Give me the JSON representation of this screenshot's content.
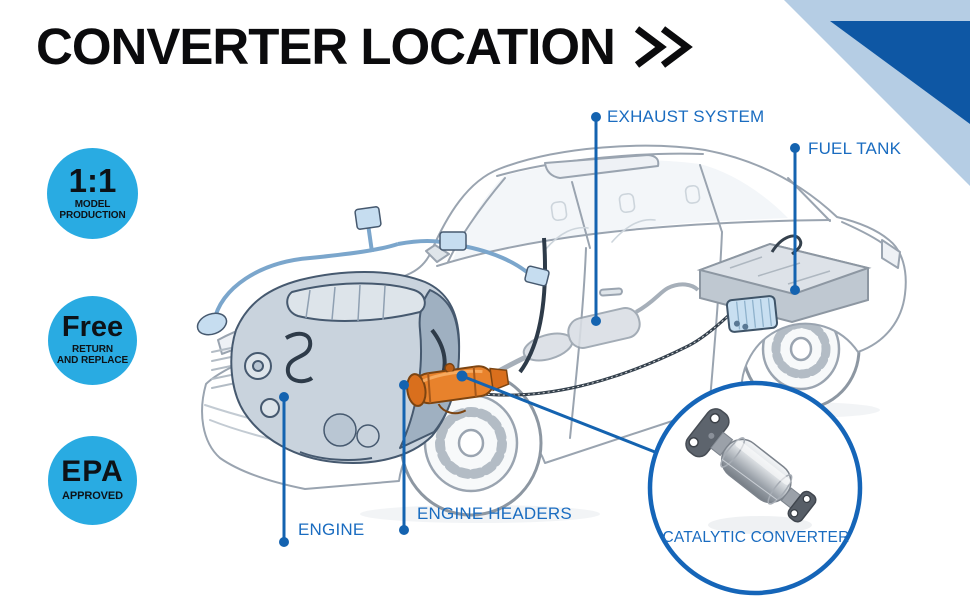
{
  "header": {
    "title": "CONVERTER LOCATION",
    "chevron_icon": "double-chevron-right"
  },
  "badges": [
    {
      "main": "1:1",
      "lines": [
        "MODEL",
        "PRODUCTION"
      ]
    },
    {
      "main": "Free",
      "lines": [
        "RETURN",
        "AND REPLACE"
      ]
    },
    {
      "main": "EPA",
      "lines": [
        "APPROVED"
      ]
    }
  ],
  "labels": {
    "exhaust_system": "EXHAUST SYSTEM",
    "fuel_tank": "FUEL TANK",
    "engine": "ENGINE",
    "engine_headers": "ENGINE HEADERS",
    "catalytic_converter": "CATALYTIC CONVERTER"
  },
  "colors": {
    "badge_blue": "#29abe2",
    "label_blue": "#1a6cc0",
    "leader_line_blue": "#1463b0",
    "callout_circle_blue": "#1565b8",
    "corner_light_blue": "#b5cde4",
    "corner_dark_blue": "#0e57a4",
    "title_black": "#0b0b0d",
    "converter_orange": "#e8822c",
    "car_line_grey": "#9aa4b0"
  }
}
